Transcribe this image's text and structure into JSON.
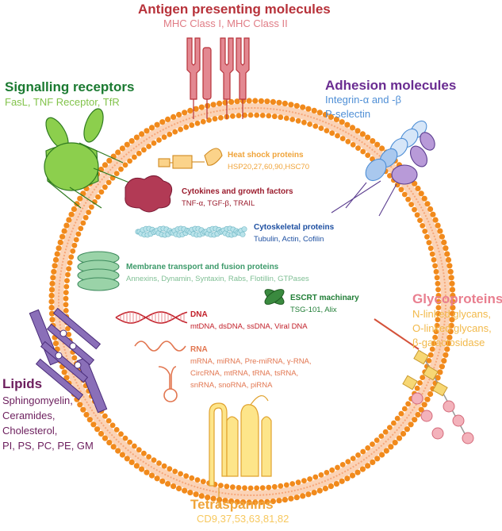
{
  "colors": {
    "membrane": "#f18a1c",
    "membrane_fill": "#fbd3b6",
    "antigen": "#b7323a",
    "antigen_sub": "#e07c85",
    "signalling": "#1b7a31",
    "signalling_sub": "#82c34b",
    "adhesion": "#6a2c91",
    "adhesion_sub": "#4f8fd6",
    "glyco": "#e97f8f",
    "glyco_sub": "#f2b94a",
    "lipids": "#6c1e5d",
    "tetraspanins": "#f0a43a",
    "tetraspanins_sub": "#f7c85e",
    "heat_shock": "#f0a43a",
    "cytokines": "#9b1d2e",
    "cytoskeletal": "#1d4fa1",
    "membrane_transport": "#3d9a6a",
    "escrt": "#1f7d35",
    "dna": "#c2202a",
    "rna": "#e27650"
  },
  "outer": {
    "antigen": {
      "title": "Antigen presenting molecules",
      "subtitle": "MHC Class I, MHC Class II"
    },
    "signalling": {
      "title": "Signalling receptors",
      "subtitle": "FasL, TNF Receptor, TfR"
    },
    "adhesion": {
      "title": "Adhesion molecules",
      "line1": "Integrin-α and -β",
      "line2": "P-selectin"
    },
    "glycoproteins": {
      "title": "Glycoproteins",
      "line1": "N-linked glycans,",
      "line2": "O-linked glycans,",
      "line3": "β-galactosidase"
    },
    "lipids": {
      "title": "Lipids",
      "line1": "Sphingomyelin,",
      "line2": "Ceramides,",
      "line3": "Cholesterol,",
      "line4": "PI, PS, PC, PE, GM"
    },
    "tetraspanins": {
      "title": "Tetraspanins",
      "subtitle": "CD9,37,53,63,81,82"
    }
  },
  "inner": {
    "heat_shock": {
      "title": "Heat shock proteins",
      "subtitle": "HSP20,27,60,90,HSC70"
    },
    "cytokines": {
      "title": "Cytokines and growth factors",
      "subtitle": "TNF-α, TGF-β, TRAIL"
    },
    "cytoskeletal": {
      "title": "Cytoskeletal proteins",
      "subtitle": "Tubulin, Actin, Cofilin"
    },
    "membrane_transport": {
      "title": "Membrane transport and fusion proteins",
      "subtitle": "Annexins, Dynamin, Syntaxin, Rabs, Flotillin, GTPases"
    },
    "escrt": {
      "title": "ESCRT machinary",
      "subtitle": "TSG-101, Alix"
    },
    "dna": {
      "title": "DNA",
      "subtitle": "mtDNA, dsDNA, ssDNA, Viral DNA"
    },
    "rna": {
      "title": "RNA",
      "line1": "mRNA, miRNA, Pre-miRNA, γ-RNA,",
      "line2": "CircRNA, mtRNA, tRNA, tsRNA,",
      "line3": "snRNA, snoRNA, piRNA"
    }
  }
}
